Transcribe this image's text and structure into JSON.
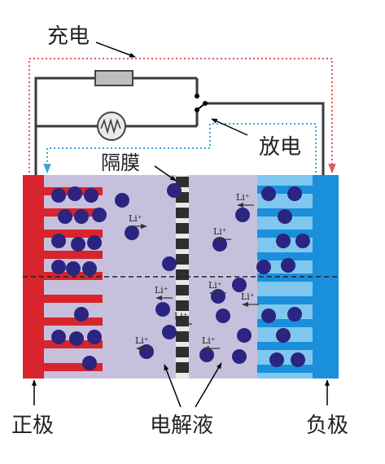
{
  "labels": {
    "charge": "充电",
    "discharge": "放电",
    "separator": "隔膜",
    "positive_electrode": "正极",
    "electrolyte": "电解液",
    "negative_electrode": "负极",
    "ion": "Li⁺"
  },
  "colors": {
    "positive_electrode": "#d7252b",
    "negative_electrode": "#1a8fdc",
    "electrolyte": "#c7c0dd",
    "particle": "#2b2480",
    "separator": "#2e2e2e",
    "charge_path": "#e05a5a",
    "discharge_path": "#3aa3d8",
    "circuit_wire": "#3a3a3a"
  },
  "icons": {
    "power_source": "ac-source-icon",
    "resistor": "resistor-icon",
    "switch": "switch-icon"
  }
}
